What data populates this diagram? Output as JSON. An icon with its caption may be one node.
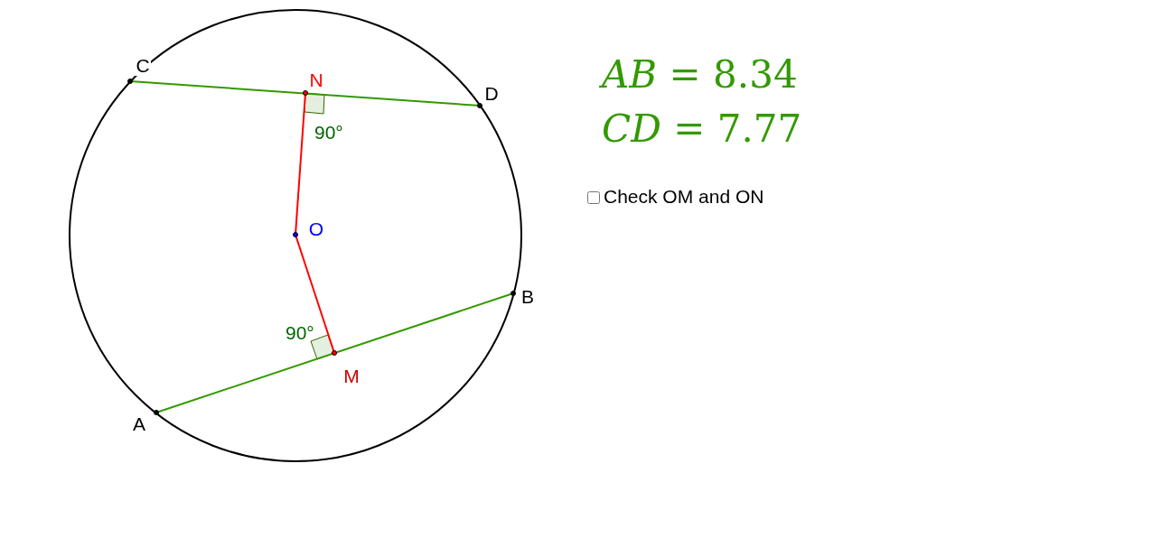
{
  "diagram": {
    "nodes": [
      {
        "text": [
          "C"
        ]
      },
      {
        "text": [
          "N"
        ]
      },
      {
        "text": [
          "D"
        ]
      },
      {
        "text": [
          "O"
        ]
      },
      {
        "text": [
          "B"
        ]
      },
      {
        "text": [
          "M"
        ]
      },
      {
        "text": [
          "A"
        ]
      }
    ],
    "edges": [
      {
        "from": 0,
        "to": 2,
        "arrow": "none",
        "color": "#339900"
      },
      {
        "from": 6,
        "to": 4,
        "arrow": "none",
        "color": "#339900"
      },
      {
        "from": 3,
        "to": 1,
        "arrow": "none",
        "color": "#ff0000"
      },
      {
        "from": 3,
        "to": 5,
        "arrow": "none",
        "color": "#ff0000"
      }
    ],
    "labels": [
      "90°",
      "90°",
      "*AB* = 8.34",
      "*CD* = 7.77",
      "Check OM and ON"
    ]
  }
}
